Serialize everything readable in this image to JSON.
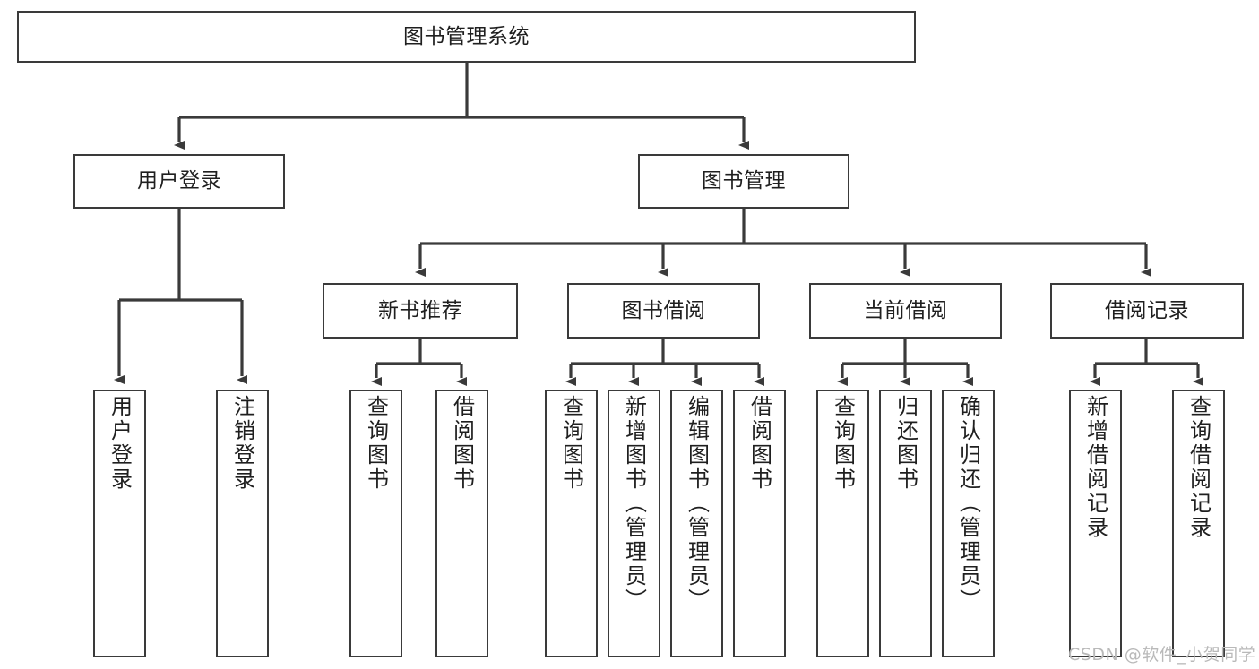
{
  "diagram": {
    "type": "tree",
    "title": "图书管理系统",
    "watermark": "CSDN @软件_小贺同学",
    "colors": {
      "stroke": "#3a3a3a",
      "fill": "#ffffff",
      "text": "#1f1f1f",
      "watermark": "#b9b9b9"
    },
    "levels": {
      "root": {
        "label": "图书管理系统"
      },
      "level1": [
        {
          "label": "用户登录"
        },
        {
          "label": "图书管理"
        }
      ],
      "level2": [
        {
          "label": "新书推荐"
        },
        {
          "label": "图书借阅"
        },
        {
          "label": "当前借阅"
        },
        {
          "label": "借阅记录"
        }
      ],
      "leaves": [
        {
          "label": "用户登录",
          "parent": "用户登录"
        },
        {
          "label": "注销登录",
          "parent": "用户登录"
        },
        {
          "label": "查询图书",
          "parent": "新书推荐"
        },
        {
          "label": "借阅图书",
          "parent": "新书推荐"
        },
        {
          "label": "查询图书",
          "parent": "图书借阅"
        },
        {
          "label": "新增图书（管理员）",
          "parent": "图书借阅"
        },
        {
          "label": "编辑图书（管理员）",
          "parent": "图书借阅"
        },
        {
          "label": "借阅图书",
          "parent": "图书借阅"
        },
        {
          "label": "查询图书",
          "parent": "当前借阅"
        },
        {
          "label": "归还图书",
          "parent": "当前借阅"
        },
        {
          "label": "确认归还（管理员）",
          "parent": "当前借阅"
        },
        {
          "label": "新增借阅记录",
          "parent": "借阅记录"
        },
        {
          "label": "查询借阅记录",
          "parent": "借阅记录"
        }
      ]
    }
  }
}
